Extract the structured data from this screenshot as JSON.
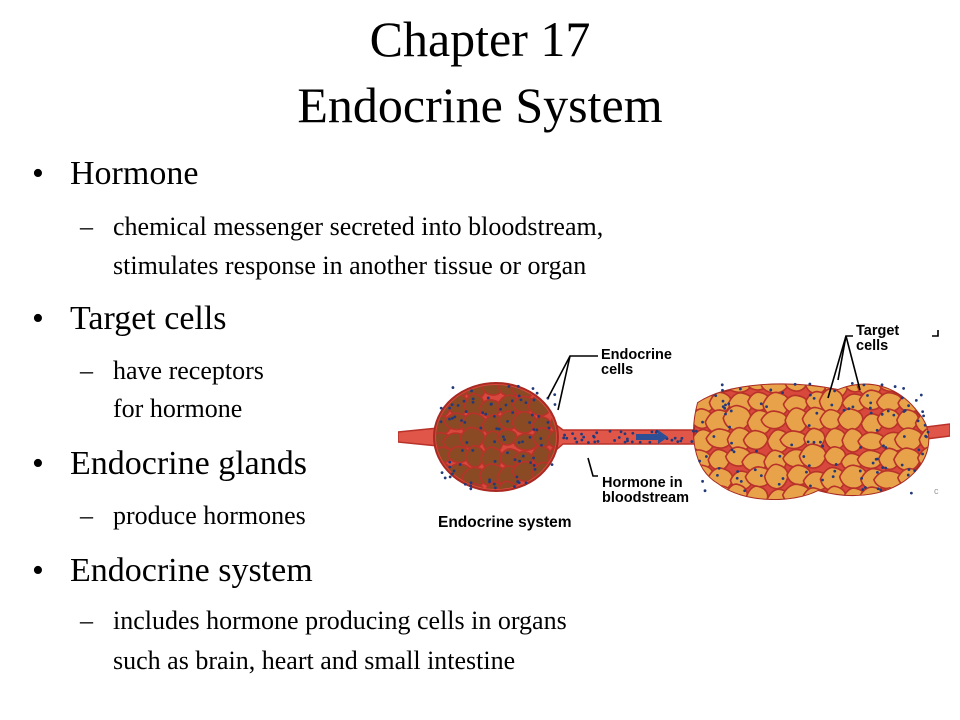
{
  "title": {
    "line1": "Chapter 17",
    "line2": "Endocrine System"
  },
  "sections": [
    {
      "heading": "Hormone",
      "desc": [
        "chemical messenger secreted into bloodstream,",
        "stimulates response in another tissue or organ"
      ]
    },
    {
      "heading": "Target cells",
      "desc": [
        "have receptors",
        "for hormone"
      ]
    },
    {
      "heading": "Endocrine glands",
      "desc": [
        "produce hormones"
      ]
    },
    {
      "heading": "Endocrine system",
      "desc": [
        "includes hormone producing cells in organs",
        "such as brain, heart and small intestine"
      ]
    }
  ],
  "figure": {
    "labels": {
      "target_cells": [
        "Target",
        "cells"
      ],
      "endocrine_cells": [
        "Endocrine",
        "cells"
      ],
      "hormone": [
        "Hormone in",
        "bloodstream"
      ],
      "caption": "Endocrine system"
    },
    "colors": {
      "vessel": "#e0574a",
      "vessel_dark": "#b8322a",
      "left_cell": "#8a4a24",
      "right_cell": "#e8a24a",
      "hormone_dot": "#223a7a"
    }
  }
}
